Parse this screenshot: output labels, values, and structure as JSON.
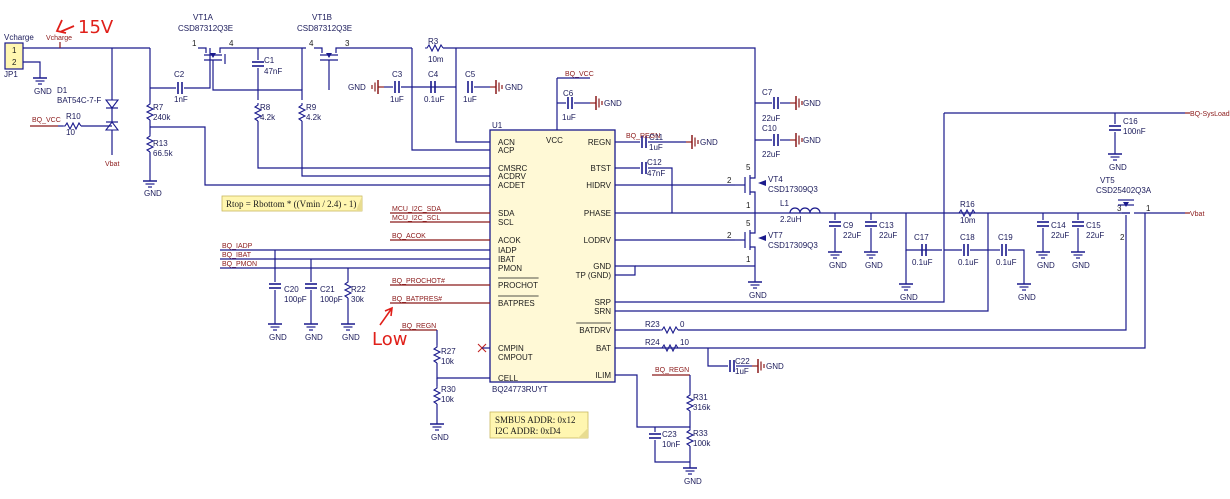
{
  "annotations": {
    "voltage": "15V",
    "low": "Low"
  },
  "connector": {
    "title": "Vcharge",
    "ref": "JP1",
    "pin1": "1",
    "pin2": "2",
    "net": "Vcharge"
  },
  "nets": {
    "bq_vcc_left": "BQ_VCC",
    "bq_vcc_top": "BQ_VCC",
    "bq_regn_1": "BQ_REGN",
    "bq_regn_2": "BQ_REGN",
    "bq_regn_3": "BQ_REGN",
    "sda": "MCU_I2C_SDA",
    "scl": "MCU_I2C_SCL",
    "acok": "BQ_ACOK",
    "iadp": "BQ_IADP",
    "ibat": "BQ_IBAT",
    "pmon": "BQ_PMON",
    "prochot": "BQ_PROCHOT#",
    "batpres": "BQ_BATPRES#",
    "sysload": "BQ-SysLoad",
    "vbat": "Vbat",
    "vbat_d": "Vbat"
  },
  "parts": {
    "D1": {
      "ref": "D1",
      "value": "BAT54C-7-F"
    },
    "R10": {
      "ref": "R10",
      "value": "10"
    },
    "R7": {
      "ref": "R7",
      "value": "240k"
    },
    "R13": {
      "ref": "R13",
      "value": "66.5k"
    },
    "C2": {
      "ref": "C2",
      "value": "1nF"
    },
    "VT1A": {
      "ref": "VT1A",
      "value": "CSD87312Q3E"
    },
    "VT1B": {
      "ref": "VT1B",
      "value": "CSD87312Q3E"
    },
    "C1": {
      "ref": "C1",
      "value": "47nF"
    },
    "R8": {
      "ref": "R8",
      "value": "4.2k"
    },
    "R9": {
      "ref": "R9",
      "value": "4.2k"
    },
    "R3": {
      "ref": "R3",
      "value": "10m"
    },
    "C3": {
      "ref": "C3",
      "value": "1uF"
    },
    "C4": {
      "ref": "C4",
      "value": "0.1uF"
    },
    "C5": {
      "ref": "C5",
      "value": "1uF"
    },
    "C6": {
      "ref": "C6",
      "value": "1uF"
    },
    "C7": {
      "ref": "C7",
      "value": "22uF"
    },
    "C10": {
      "ref": "C10",
      "value": "22uF"
    },
    "C11": {
      "ref": "C11",
      "value": "1uF"
    },
    "C12": {
      "ref": "C12",
      "value": "47nF"
    },
    "VT4": {
      "ref": "VT4",
      "value": "CSD17309Q3"
    },
    "VT7": {
      "ref": "VT7",
      "value": "CSD17309Q3"
    },
    "L1": {
      "ref": "L1",
      "value": "2.2uH"
    },
    "C9": {
      "ref": "C9",
      "value": "22uF"
    },
    "C13": {
      "ref": "C13",
      "value": "22uF"
    },
    "C17": {
      "ref": "C17",
      "value": "0.1uF"
    },
    "C18": {
      "ref": "C18",
      "value": "0.1uF"
    },
    "C19": {
      "ref": "C19",
      "value": "0.1uF"
    },
    "R16": {
      "ref": "R16",
      "value": "10m"
    },
    "C14": {
      "ref": "C14",
      "value": "22uF"
    },
    "C15": {
      "ref": "C15",
      "value": "22uF"
    },
    "C16": {
      "ref": "C16",
      "value": "100nF"
    },
    "VT5": {
      "ref": "VT5",
      "value": "CSD25402Q3A"
    },
    "C20": {
      "ref": "C20",
      "value": "100pF"
    },
    "C21": {
      "ref": "C21",
      "value": "100pF"
    },
    "R22": {
      "ref": "R22",
      "value": "30k"
    },
    "R27": {
      "ref": "R27",
      "value": "10k"
    },
    "R30": {
      "ref": "R30",
      "value": "10k"
    },
    "R23": {
      "ref": "R23",
      "value": "0"
    },
    "R24": {
      "ref": "R24",
      "value": "10"
    },
    "C22": {
      "ref": "C22",
      "value": "1uF"
    },
    "R31": {
      "ref": "R31",
      "value": "316k"
    },
    "R33": {
      "ref": "R33",
      "value": "100k"
    },
    "C23": {
      "ref": "C23",
      "value": "10nF"
    }
  },
  "ic": {
    "ref": "U1",
    "part": "BQ24773RUYT",
    "pins_left": [
      "ACN",
      "ACP",
      "CMSRC",
      "ACDRV",
      "ACDET",
      "SDA",
      "SCL",
      "ACOK",
      "IADP",
      "IBAT",
      "PMON",
      "PROCHOT",
      "BATPRES",
      "CMPIN",
      "CMPOUT",
      "CELL"
    ],
    "pins_right": [
      "REGN",
      "BTST",
      "HIDRV",
      "PHASE",
      "LODRV",
      "GND",
      "TP (GND)",
      "SRP",
      "SRN",
      "BATDRV",
      "BAT",
      "ILIM"
    ],
    "pin_top": "VCC"
  },
  "notes": {
    "rtop": "Rtop = Rbottom * ((Vmin / 2.4) - 1)",
    "smbus": "SMBUS ADDR: 0x12",
    "i2c": "I2C ADDR: 0xD4"
  },
  "gnd": "GND"
}
